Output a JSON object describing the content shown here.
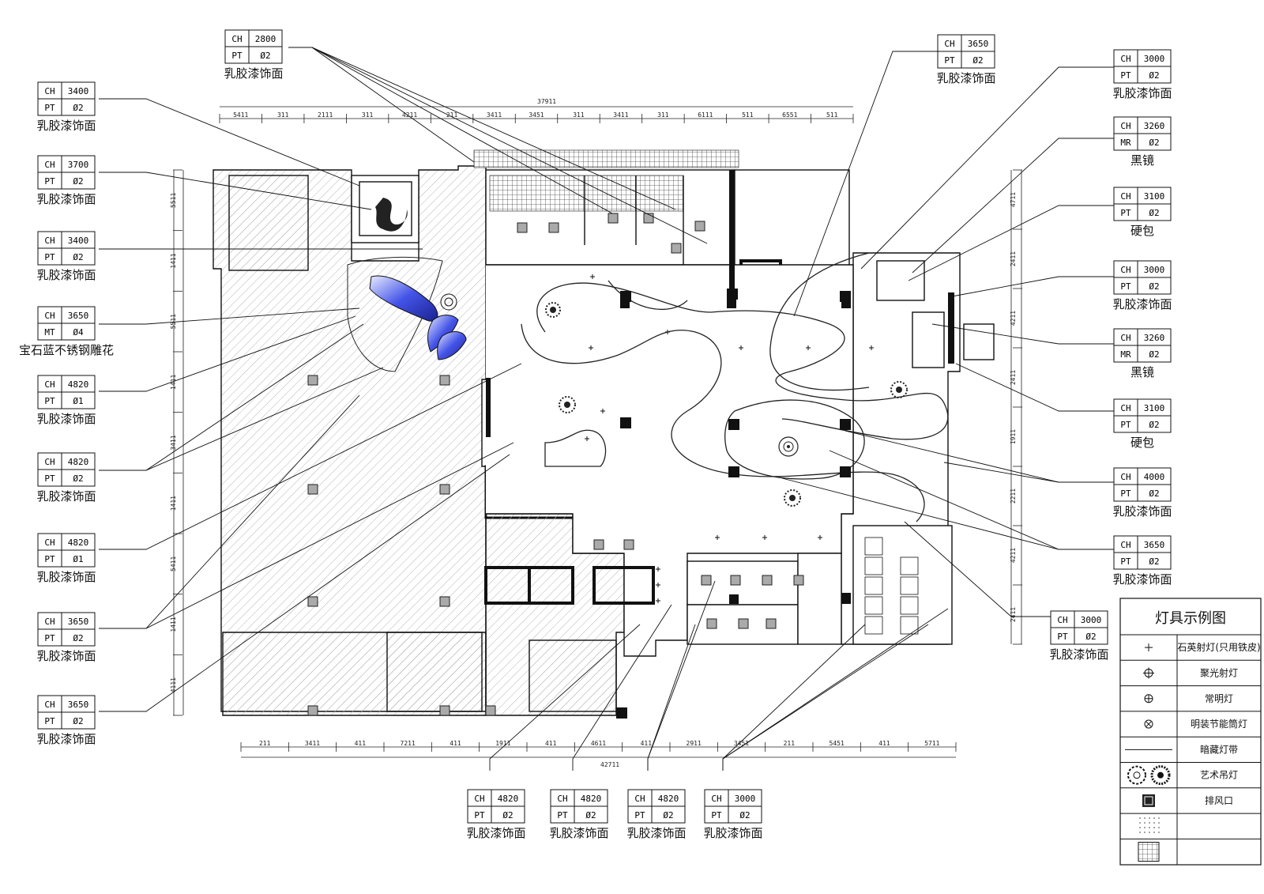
{
  "tags": [
    {
      "id": "t01",
      "ch": "2800",
      "code": "PT",
      "val": "Ø2",
      "finish": "乳胶漆饰面"
    },
    {
      "id": "t02",
      "ch": "3400",
      "code": "PT",
      "val": "Ø2",
      "finish": "乳胶漆饰面"
    },
    {
      "id": "t03",
      "ch": "3700",
      "code": "PT",
      "val": "Ø2",
      "finish": "乳胶漆饰面"
    },
    {
      "id": "t04",
      "ch": "3400",
      "code": "PT",
      "val": "Ø2",
      "finish": "乳胶漆饰面"
    },
    {
      "id": "t05",
      "ch": "3650",
      "code": "MT",
      "val": "Ø4",
      "finish": "宝石蓝不锈钢雕花"
    },
    {
      "id": "t06",
      "ch": "4820",
      "code": "PT",
      "val": "Ø1",
      "finish": "乳胶漆饰面"
    },
    {
      "id": "t07",
      "ch": "4820",
      "code": "PT",
      "val": "Ø2",
      "finish": "乳胶漆饰面"
    },
    {
      "id": "t08",
      "ch": "4820",
      "code": "PT",
      "val": "Ø1",
      "finish": "乳胶漆饰面"
    },
    {
      "id": "t09",
      "ch": "3650",
      "code": "PT",
      "val": "Ø2",
      "finish": "乳胶漆饰面"
    },
    {
      "id": "t10",
      "ch": "3650",
      "code": "PT",
      "val": "Ø2",
      "finish": "乳胶漆饰面"
    },
    {
      "id": "t11",
      "ch": "3650",
      "code": "PT",
      "val": "Ø2",
      "finish": "乳胶漆饰面"
    },
    {
      "id": "t12",
      "ch": "3000",
      "code": "PT",
      "val": "Ø2",
      "finish": "乳胶漆饰面"
    },
    {
      "id": "t13",
      "ch": "3260",
      "code": "MR",
      "val": "Ø2",
      "finish": "黑镜"
    },
    {
      "id": "t14",
      "ch": "3100",
      "code": "PT",
      "val": "Ø2",
      "finish": "硬包"
    },
    {
      "id": "t15",
      "ch": "3000",
      "code": "PT",
      "val": "Ø2",
      "finish": "乳胶漆饰面"
    },
    {
      "id": "t16",
      "ch": "3260",
      "code": "MR",
      "val": "Ø2",
      "finish": "黑镜"
    },
    {
      "id": "t17",
      "ch": "3100",
      "code": "PT",
      "val": "Ø2",
      "finish": "硬包"
    },
    {
      "id": "t18",
      "ch": "4000",
      "code": "PT",
      "val": "Ø2",
      "finish": "乳胶漆饰面"
    },
    {
      "id": "t19",
      "ch": "3650",
      "code": "PT",
      "val": "Ø2",
      "finish": "乳胶漆饰面"
    },
    {
      "id": "t20",
      "ch": "3000",
      "code": "PT",
      "val": "Ø2",
      "finish": "乳胶漆饰面"
    },
    {
      "id": "t21",
      "ch": "4820",
      "code": "PT",
      "val": "Ø2",
      "finish": "乳胶漆饰面"
    },
    {
      "id": "t22",
      "ch": "4820",
      "code": "PT",
      "val": "Ø2",
      "finish": "乳胶漆饰面"
    },
    {
      "id": "t23",
      "ch": "4820",
      "code": "PT",
      "val": "Ø2",
      "finish": "乳胶漆饰面"
    },
    {
      "id": "t24",
      "ch": "3000",
      "code": "PT",
      "val": "Ø2",
      "finish": "乳胶漆饰面"
    }
  ],
  "dims": {
    "top_total": "37911",
    "top": [
      "5411",
      "311",
      "2111",
      "311",
      "4211",
      "211",
      "3411",
      "3451",
      "311",
      "3411",
      "311",
      "6111",
      "511",
      "6551",
      "511"
    ],
    "bottom_total": "42711",
    "bottom": [
      "211",
      "3411",
      "411",
      "7211",
      "411",
      "1911",
      "411",
      "4611",
      "411",
      "2911",
      "3451",
      "211",
      "5451",
      "411",
      "5711"
    ],
    "left": [
      "5511",
      "1411",
      "5511",
      "1411",
      "3411",
      "1411",
      "5411",
      "1411",
      "4111"
    ],
    "right": [
      "4711",
      "2411",
      "4211",
      "2411",
      "1911",
      "2211",
      "4211",
      "2411"
    ]
  },
  "legend": {
    "title": "灯具示例图",
    "rows": [
      {
        "icon": "spot-icon",
        "label": "石英射灯(只用铁皮)"
      },
      {
        "icon": "downlight-icon",
        "label": "聚光射灯"
      },
      {
        "icon": "ceiling-light-icon",
        "label": "常明灯"
      },
      {
        "icon": "energy-tube-icon",
        "label": "明装节能筒灯"
      },
      {
        "icon": "hidden-strip-icon",
        "label": "暗藏灯带"
      },
      {
        "icon": "art-chandelier-icon",
        "label": "艺术吊灯"
      },
      {
        "icon": "exhaust-vent-icon",
        "label": "排风口"
      },
      {
        "icon": "dot-panel-icon",
        "label": ""
      },
      {
        "icon": "grid-panel-icon",
        "label": ""
      }
    ]
  },
  "colors": {
    "line": "#111111",
    "hatch": "#9a9a9a",
    "accent_blue": "#2a36d6"
  }
}
